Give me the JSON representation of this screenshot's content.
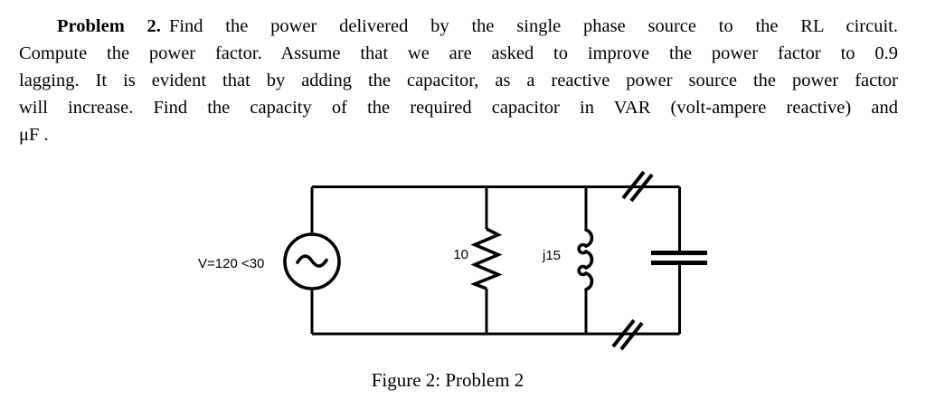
{
  "problem": {
    "heading_bold": "Problem 2.",
    "line1_rest": "Find the power delivered by the single phase source to the RL circuit.",
    "line2": "Compute the power factor. Assume that we are asked to improve the power factor to 0.9",
    "line3": "lagging. It is evident that by adding the capacitor, as a reactive power source the power factor",
    "line4": "will increase. Find the capacity of the required capacitor in VAR (volt-ampere reactive) and",
    "line5": "μF ."
  },
  "figure": {
    "caption": "Figure 2: Problem 2",
    "source_label": "V=120 <30",
    "resistor_label": "10",
    "inductor_label": "j15"
  },
  "colors": {
    "ink": "#000000",
    "background": "#ffffff"
  }
}
